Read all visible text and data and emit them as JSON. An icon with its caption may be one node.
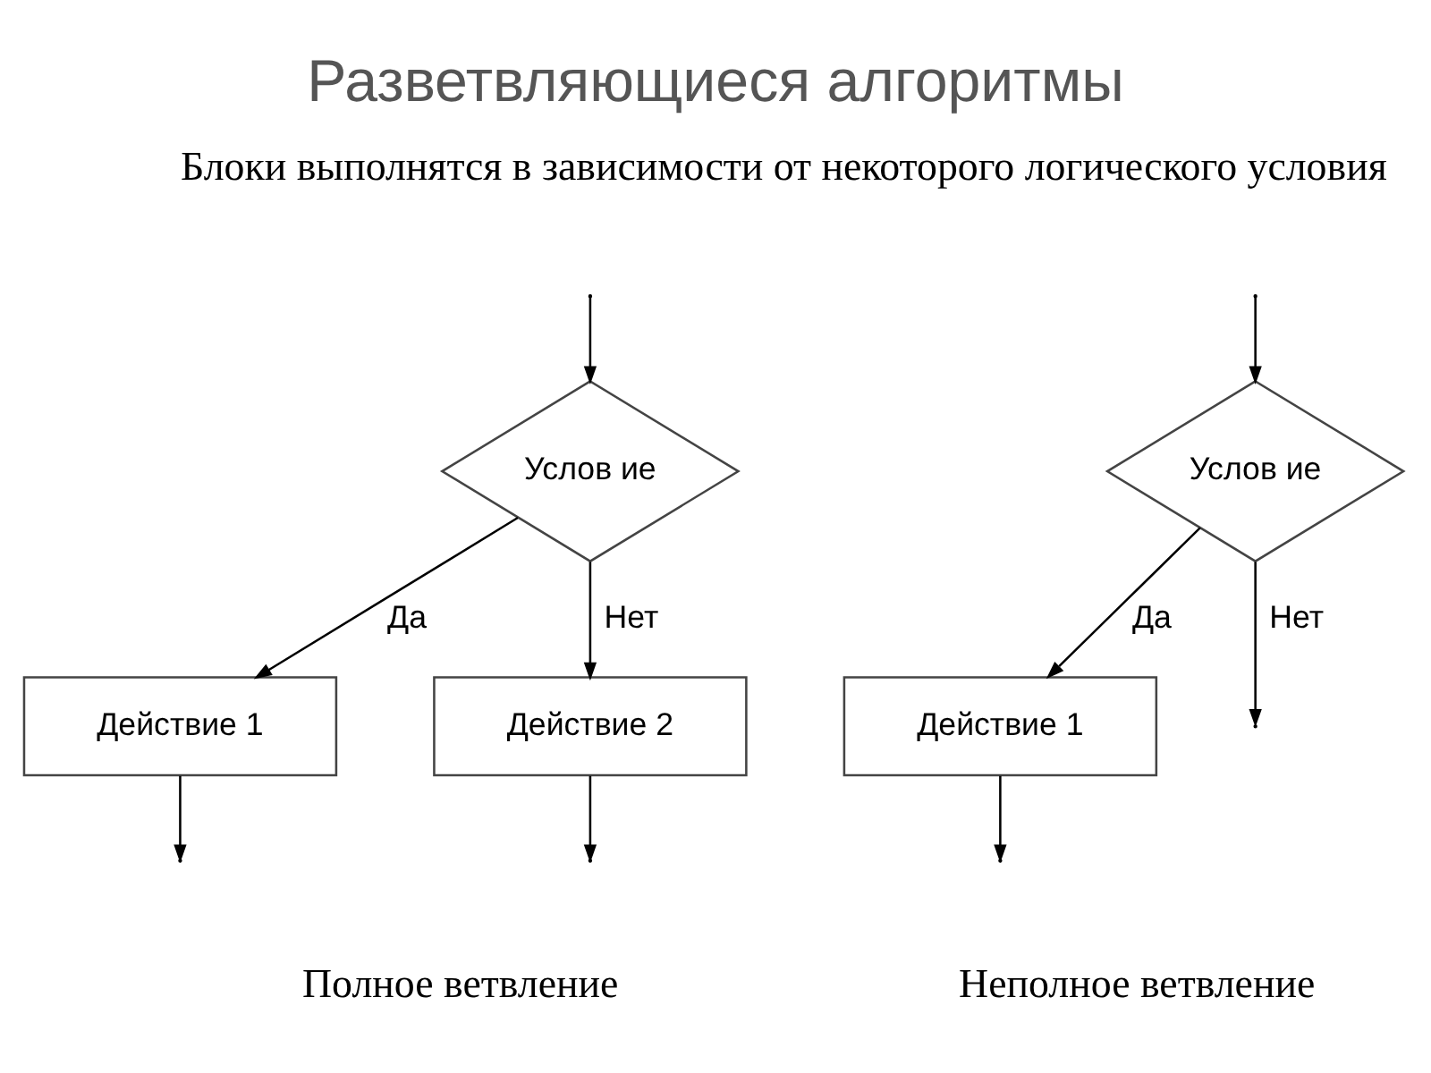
{
  "diagram": {
    "title": "Разветвляющиеся алгоритмы",
    "nodes": [
      {
        "text": [
          "Услов ие"
        ]
      },
      {
        "text": [
          "Действие 1"
        ]
      },
      {
        "text": [
          "Действие 2"
        ]
      },
      {
        "text": [
          "Услов ие"
        ]
      },
      {
        "text": [
          "Действие 1"
        ]
      }
    ],
    "edges": [
      {
        "from": null,
        "to": 0,
        "arrow": "to"
      },
      {
        "from": 0,
        "to": 1,
        "arrow": "to",
        "label": "Да"
      },
      {
        "from": 0,
        "to": 2,
        "arrow": "to",
        "label": "Нет"
      },
      {
        "from": 1,
        "to": null,
        "arrow": "to"
      },
      {
        "from": 2,
        "to": null,
        "arrow": "to"
      },
      {
        "from": 3,
        "to": null,
        "arrow": "to",
        "label": "Нет"
      },
      {
        "from": 3,
        "to": 4,
        "arrow": "to",
        "label": "Да"
      },
      {
        "from": null,
        "to": 3,
        "arrow": "to"
      },
      {
        "from": 4,
        "to": null,
        "arrow": "to"
      }
    ],
    "labels": [
      "Блоки выполнятся в зависимости от некоторого логического условия",
      "Полное ветвление",
      "Неполное ветвление"
    ]
  }
}
